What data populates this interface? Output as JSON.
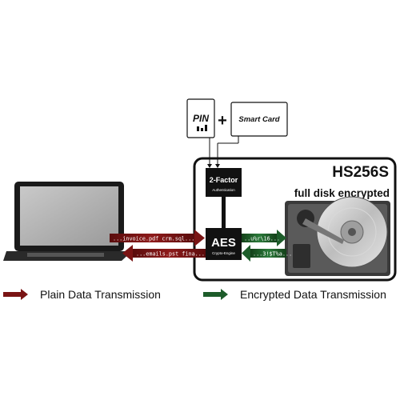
{
  "device": {
    "name": "HS256S",
    "subtitle": "full disk encrypted"
  },
  "auth": {
    "pin_label": "PIN",
    "plus": "+",
    "smartcard_label": "Smart Card"
  },
  "factor_box": {
    "title": "2-Factor",
    "subtitle": "Authentication"
  },
  "aes_box": {
    "title": "AES",
    "subtitle": "Crypto-Engine"
  },
  "flows": {
    "plain_out": "...invoice.pdf  crm.sql...",
    "plain_in": "...emails.pst   fina...",
    "enc_out": "..u%r\\16...",
    "enc_in": "...3!$T%a..."
  },
  "legend": {
    "plain_label": "Plain Data Transmission",
    "encrypted_label": "Encrypted Data Transmission"
  },
  "colors": {
    "plain": "#7a1414",
    "encrypted": "#1d5c2a",
    "box_dark": "#111111"
  }
}
